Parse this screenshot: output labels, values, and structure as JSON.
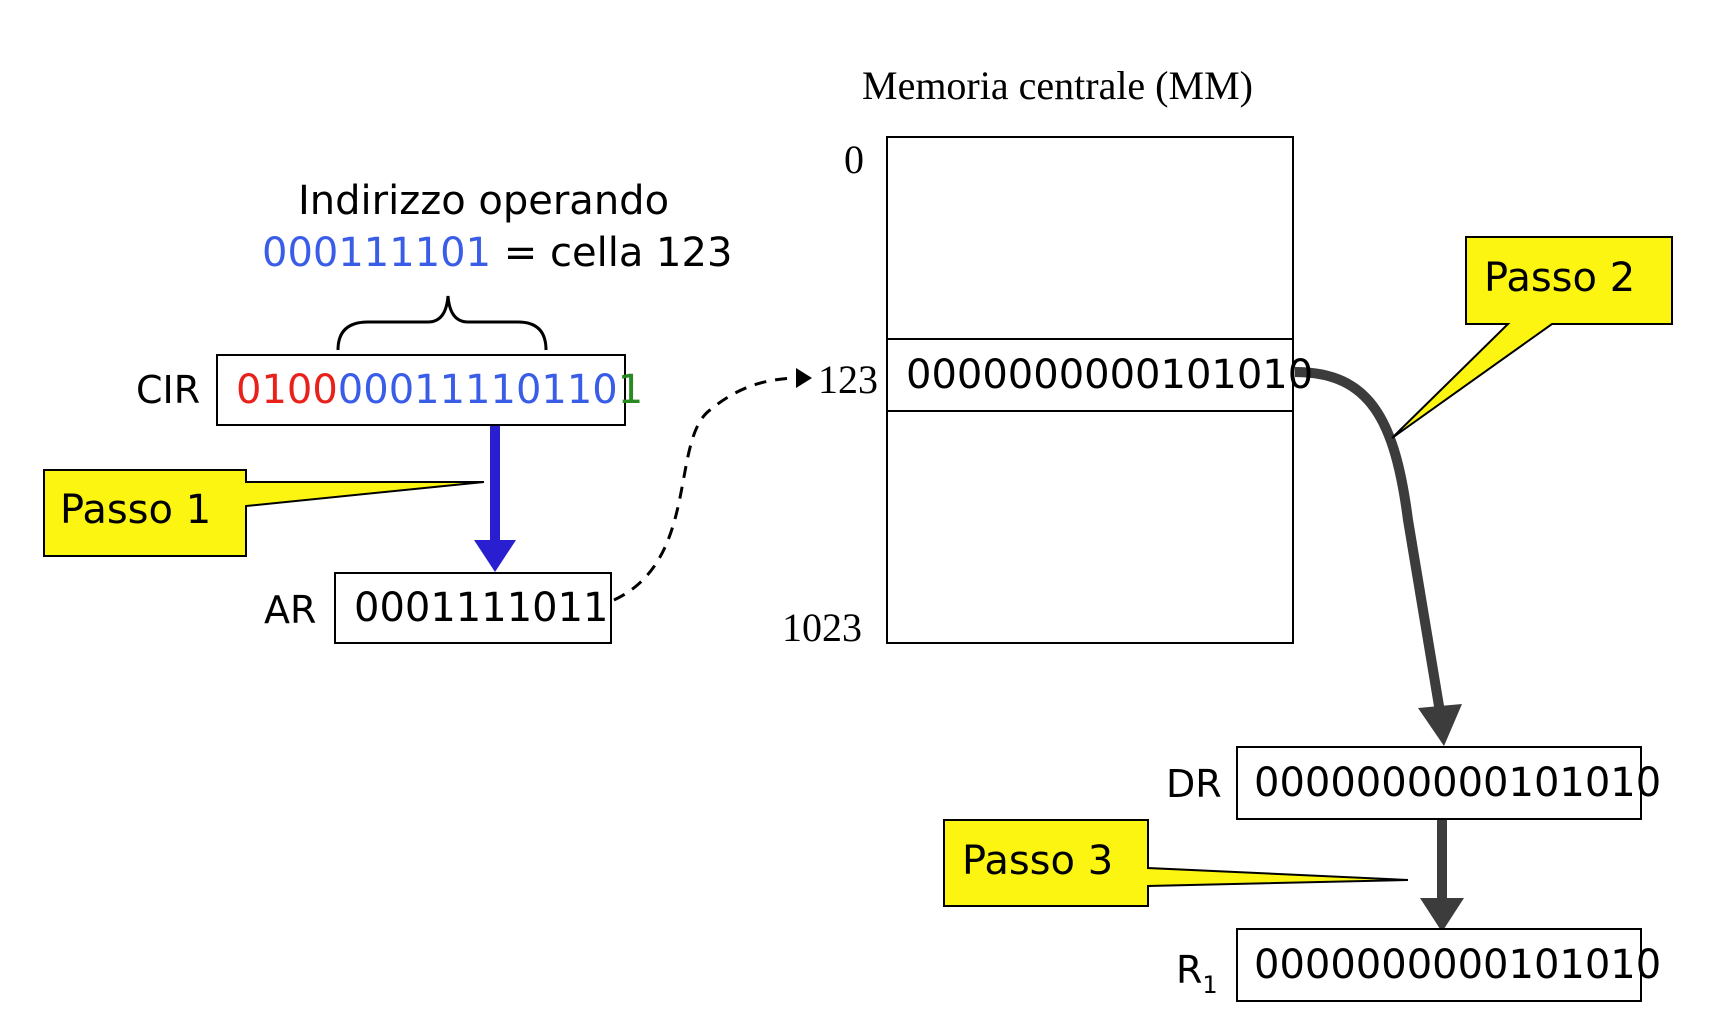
{
  "memory": {
    "title": "Memoria centrale (MM)",
    "addr_0": "0",
    "addr_123": "123",
    "addr_1023": "1023",
    "cell_value": "0000000000101010"
  },
  "operand": {
    "title": "Indirizzo operando",
    "bits": "000111101",
    "equals": " = cella 123"
  },
  "cir": {
    "label": "CIR",
    "opcode_bits": "0100",
    "address_bits": "00011110110",
    "mode_bits": "1"
  },
  "ar": {
    "label": "AR",
    "value": "0001111011"
  },
  "dr": {
    "label": "DR",
    "value": "0000000000101010"
  },
  "r1": {
    "label": "R",
    "subscript": "1",
    "value": "0000000000101010"
  },
  "steps": {
    "step1": "Passo 1",
    "step2": "Passo 2",
    "step3": "Passo 3"
  },
  "colors": {
    "opcode": "#e8211b",
    "address": "#3a5de8",
    "mode": "#2a8a22",
    "callout_fill": "#fbf511",
    "blue_arrow": "#2a1fd0",
    "gray_arrow": "#3c3c3c"
  }
}
